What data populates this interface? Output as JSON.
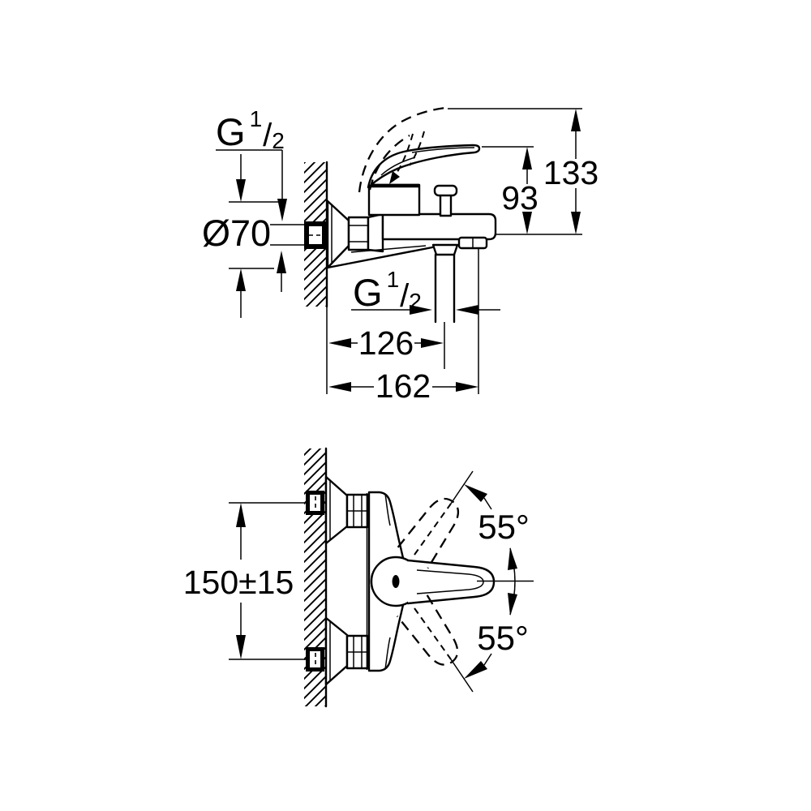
{
  "drawing": {
    "colors": {
      "line": "#000000",
      "background": "#ffffff"
    },
    "side_view": {
      "thread_wall_label": {
        "letter": "G",
        "numerator": "1",
        "slash": "/",
        "denominator": "2"
      },
      "flange_diameter_label": "Ø70",
      "spout_height_label": "93",
      "total_height_label": "133",
      "thread_shower_label": {
        "letter": "G",
        "numerator": "1",
        "slash": "/",
        "denominator": "2"
      },
      "shower_outlet_depth_label": "126",
      "spout_depth_label": "162"
    },
    "front_view": {
      "mounting_distance_label": "150±15",
      "swing_angle_up_label": "55°",
      "swing_angle_down_label": "55°"
    }
  }
}
